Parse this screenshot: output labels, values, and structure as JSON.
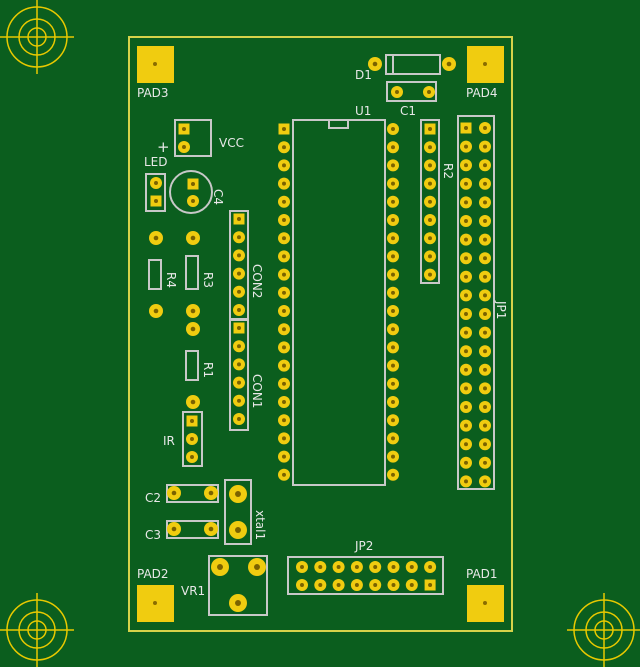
{
  "colors": {
    "background": "#0b5e1e",
    "outline": "#d6d24a",
    "silk": "#c8c8c8",
    "copper": "#e8c900",
    "pad": "#f0cc10",
    "text": "#e8e8e8"
  },
  "labels": {
    "pad1": "PAD1",
    "pad2": "PAD2",
    "pad3": "PAD3",
    "pad4": "PAD4",
    "d1": "D1",
    "c1": "C1",
    "u1": "U1",
    "vcc": "VCC",
    "plus": "+",
    "led": "LED",
    "c4": "C4",
    "r2": "R2",
    "r3": "R3",
    "r4": "R4",
    "r1": "R1",
    "con1": "CON1",
    "con2": "CON2",
    "ir": "IR",
    "c2": "C2",
    "c3": "C3",
    "xtal1": "xtal1",
    "jp1": "JP1",
    "jp2": "JP2",
    "vr1": "VR1"
  }
}
